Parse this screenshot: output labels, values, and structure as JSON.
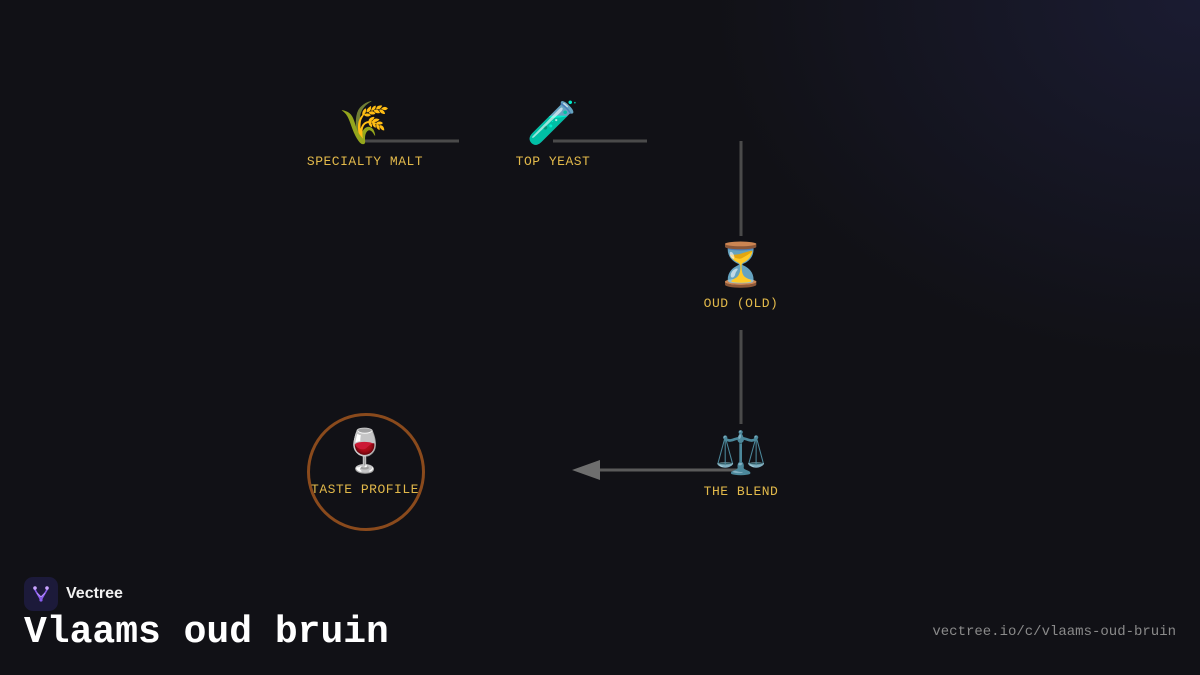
{
  "diagram": {
    "nodes": [
      {
        "id": "specialty-malt",
        "icon": "🌾",
        "icon_name": "wheat-icon",
        "label": "SPECIALTY MALT"
      },
      {
        "id": "top-yeast",
        "icon": "🧪",
        "icon_name": "test-tube-icon",
        "label": "TOP YEAST"
      },
      {
        "id": "oud",
        "icon": "⏳",
        "icon_name": "hourglass-icon",
        "label": "OUD (OLD)"
      },
      {
        "id": "the-blend",
        "icon": "⚖️",
        "icon_name": "balance-scale-icon",
        "label": "THE BLEND"
      },
      {
        "id": "taste-profile",
        "icon": "🍷",
        "icon_name": "wine-glass-icon",
        "label": "TASTE PROFILE",
        "highlighted": true
      }
    ],
    "edges": [
      {
        "from": "specialty-malt",
        "to": "top-yeast"
      },
      {
        "from": "top-yeast",
        "to": "oud"
      },
      {
        "from": "oud",
        "to": "the-blend"
      },
      {
        "from": "the-blend",
        "to": "taste-profile",
        "arrow": true
      }
    ]
  },
  "colors": {
    "background": "#111116",
    "label": "#e2b94a",
    "edge": "#4a4a4a",
    "arrow": "#6e6e6e",
    "highlight_ring": "#8a4a1c"
  },
  "brand": {
    "name": "Vectree",
    "logo_icon": "vectree-logo-icon"
  },
  "title": "Vlaams oud bruin",
  "url": "vectree.io/c/vlaams-oud-bruin"
}
